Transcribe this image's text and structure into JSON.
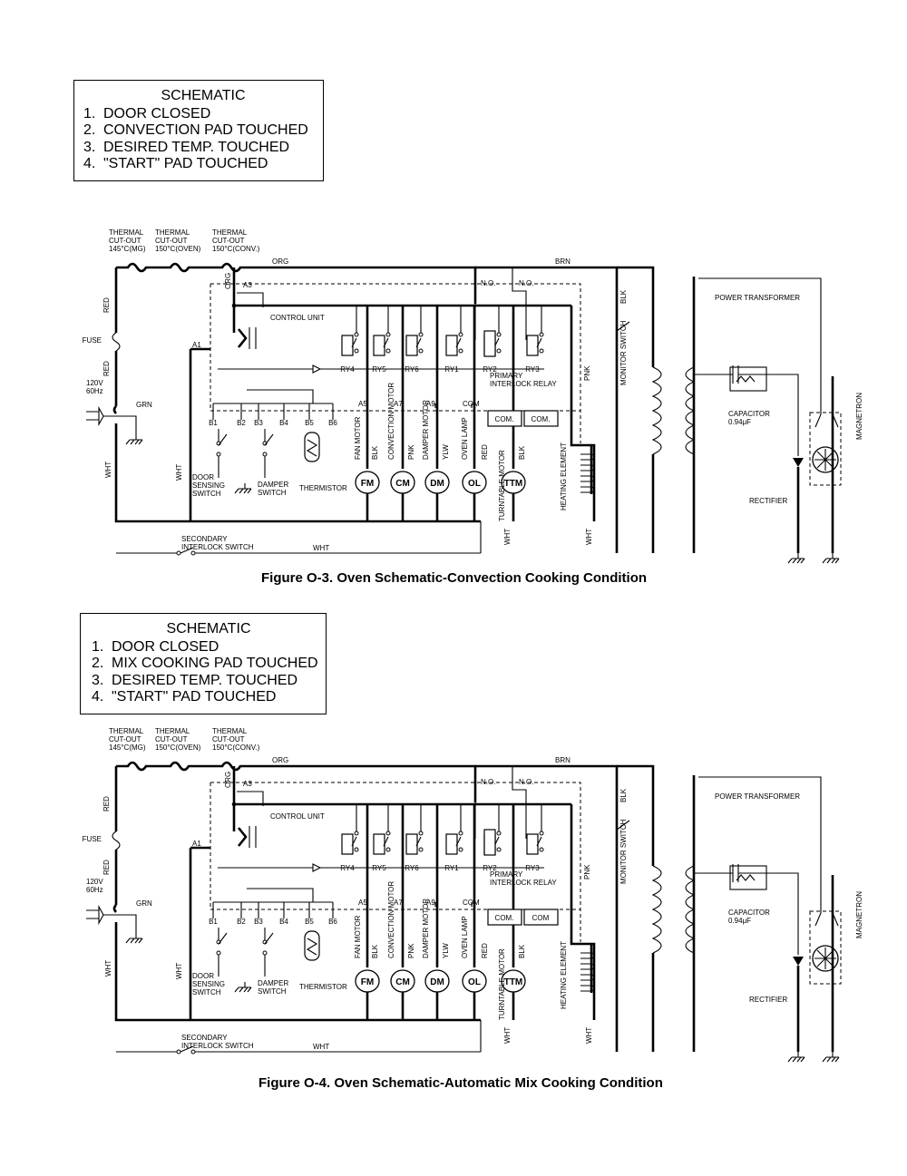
{
  "figures": [
    {
      "legend": {
        "title": "SCHEMATIC",
        "items": [
          {
            "num": "1.",
            "text": "DOOR CLOSED"
          },
          {
            "num": "2.",
            "text": "CONVECTION PAD TOUCHED"
          },
          {
            "num": "3.",
            "text": "DESIRED TEMP. TOUCHED"
          },
          {
            "num": "4.",
            "text": "\"START\" PAD TOUCHED"
          }
        ]
      },
      "caption": "Figure O-3. Oven Schematic-Convection Cooking Condition",
      "labels": {
        "thermal1": [
          "THERMAL",
          "CUT-OUT",
          "145°C(MG)"
        ],
        "thermal2": [
          "THERMAL",
          "CUT-OUT",
          "150°C(OVEN)"
        ],
        "thermal3": [
          "THERMAL",
          "CUT-OUT",
          "150°C(CONV.)"
        ],
        "org": "ORG",
        "brn": "BRN",
        "blk": "BLK",
        "red": "RED",
        "fuse": "FUSE",
        "voltage": [
          "120V",
          "60Hz"
        ],
        "grn": "GRN",
        "wht": "WHT",
        "wht_bottom": "WHT",
        "a1": "A1",
        "a3": "A3",
        "control_unit": "CONTROL UNIT",
        "no1": "N.O.",
        "no2": "N.O.",
        "relays": [
          "RY4",
          "RY5",
          "RY6",
          "RY1",
          "RY2",
          "RY3"
        ],
        "b_terms": [
          "B1",
          "B2",
          "B3",
          "B4",
          "B5",
          "B6"
        ],
        "a_terms": [
          "A5",
          "A7",
          "A9",
          "COM"
        ],
        "com1": "COM.",
        "com2": "COM.",
        "primary_interlock": [
          "PRIMARY",
          "INTERLOCK RELAY"
        ],
        "door_sensing": [
          "DOOR",
          "SENSING",
          "SWITCH"
        ],
        "damper_switch": [
          "DAMPER",
          "SWITCH"
        ],
        "thermistor": "THERMISTOR",
        "motor_wires": [
          "FAN MOTOR",
          "BLK",
          "CONVECTION MOTOR",
          "PNK",
          "DAMPER MOTOR",
          "YLW",
          "OVEN LAMP",
          "RED",
          "TURNTABLE MOTOR",
          "BLK"
        ],
        "motors": [
          "FM",
          "CM",
          "DM",
          "OL",
          "TTM"
        ],
        "heating_element": "HEATING ELEMENT",
        "pnk": "PNK",
        "monitor_switch": "MONITOR SWITCH",
        "power_transformer": "POWER TRANSFORMER",
        "capacitor": [
          "CAPACITOR",
          "0.94μF"
        ],
        "magnetron": "MAGNETRON",
        "rectifier": "RECTIFIER",
        "secondary": [
          "SECONDARY",
          "INTERLOCK SWITCH"
        ]
      }
    },
    {
      "legend": {
        "title": "SCHEMATIC",
        "items": [
          {
            "num": "1.",
            "text": "DOOR CLOSED"
          },
          {
            "num": "2.",
            "text": "MIX COOKING PAD TOUCHED"
          },
          {
            "num": "3.",
            "text": "DESIRED TEMP. TOUCHED"
          },
          {
            "num": "4.",
            "text": "\"START\" PAD TOUCHED"
          }
        ]
      },
      "caption": "Figure O-4. Oven Schematic-Automatic Mix Cooking Condition",
      "labels": {
        "thermal1": [
          "THERMAL",
          "CUT-OUT",
          "145°C(MG)"
        ],
        "thermal2": [
          "THERMAL",
          "CUT-OUT",
          "150°C(OVEN)"
        ],
        "thermal3": [
          "THERMAL",
          "CUT-OUT",
          "150°C(CONV.)"
        ],
        "org": "ORG",
        "brn": "BRN",
        "blk": "BLK",
        "red": "RED",
        "fuse": "FUSE",
        "voltage": [
          "120V",
          "60Hz"
        ],
        "grn": "GRN",
        "wht": "WHT",
        "wht_bottom": "WHT",
        "a1": "A1",
        "a3": "A3",
        "control_unit": "CONTROL UNIT",
        "no1": "N.O.",
        "no2": "N.O.",
        "relays": [
          "RY4",
          "RY5",
          "RY6",
          "RY1",
          "RY2",
          "RY3"
        ],
        "b_terms": [
          "B1",
          "B2",
          "B3",
          "B4",
          "B5",
          "B6"
        ],
        "a_terms": [
          "A5",
          "A7",
          "A9",
          "COM"
        ],
        "com1": "COM.",
        "com2": "COM",
        "primary_interlock": [
          "PRIMARY",
          "INTERLOCK RELAY"
        ],
        "door_sensing": [
          "DOOR",
          "SENSING",
          "SWITCH"
        ],
        "damper_switch": [
          "DAMPER",
          "SWITCH"
        ],
        "thermistor": "THERMISTOR",
        "motor_wires": [
          "FAN MOTOR",
          "BLK",
          "CONVECTION MOTOR",
          "PNK",
          "DAMPER MOTOR",
          "YLW",
          "OVEN LAMP",
          "RED",
          "TURNTABLE MOTOR",
          "BLK"
        ],
        "motors": [
          "FM",
          "CM",
          "DM",
          "OL",
          "TTM"
        ],
        "heating_element": "HEATING ELEMENT",
        "pnk": "PNK",
        "monitor_switch": "MONITOR SWITCH",
        "power_transformer": "POWER TRANSFORMER",
        "capacitor": [
          "CAPACITOR",
          "0.94μF"
        ],
        "magnetron": "MAGNETRON",
        "rectifier": "RECTIFIER",
        "secondary": [
          "SECONDARY",
          "INTERLOCK SWITCH"
        ]
      }
    }
  ]
}
